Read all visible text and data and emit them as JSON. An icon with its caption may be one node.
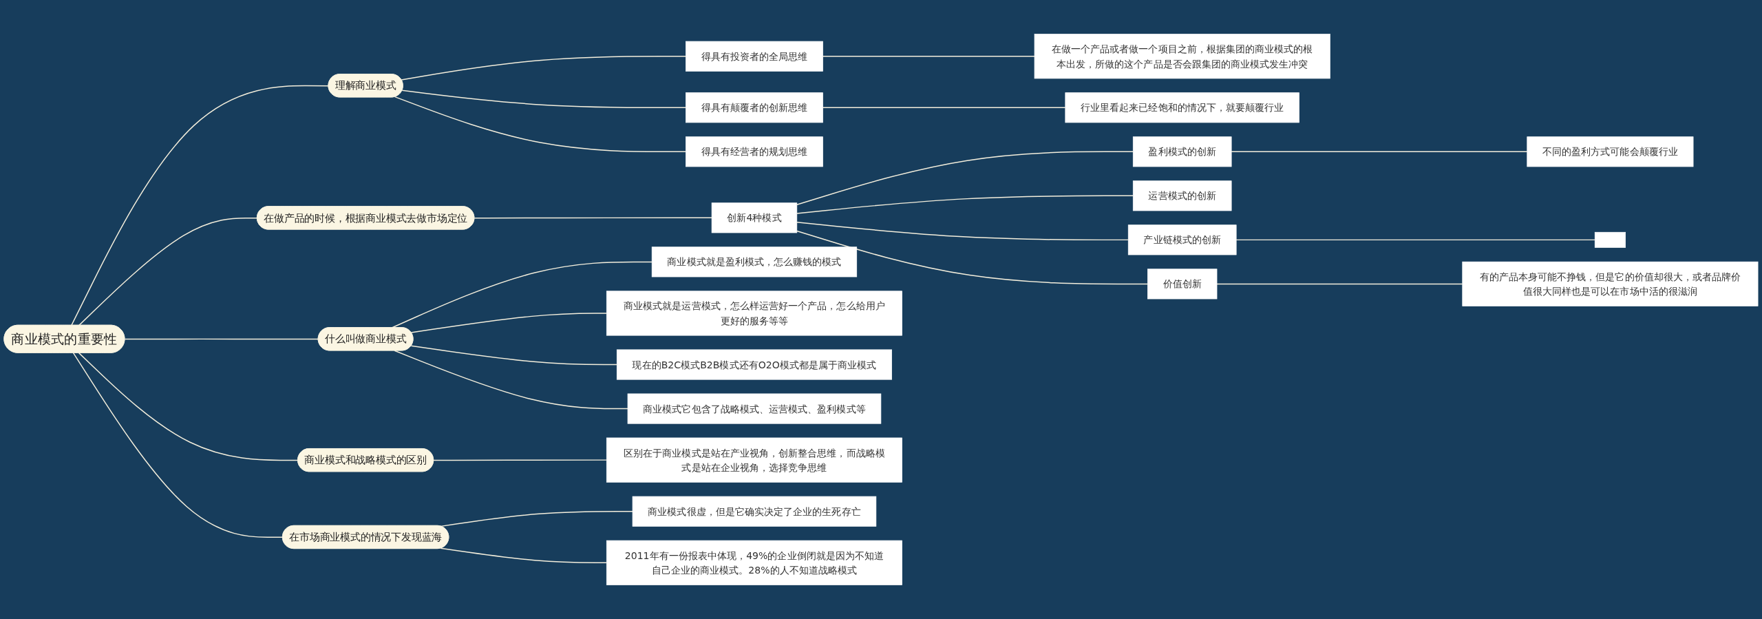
{
  "diagram": {
    "nodes": [
      {
        "text": [
          "商业模式的重要性"
        ]
      },
      {
        "text": [
          "理解商业模式"
        ]
      },
      {
        "text": [
          "得具有投资者的全局思维"
        ]
      },
      {
        "text": [
          "在做一个产品或者做一个项目之前，根据集团的商业模式的根本出发，所做的这个产品是否会跟集团的商业模式发生冲突"
        ]
      },
      {
        "text": [
          "得具有颠覆者的创新思维"
        ]
      },
      {
        "text": [
          "行业里看起来已经饱和的情况下，就要颠覆行业"
        ]
      },
      {
        "text": [
          "得具有经营者的规划思维"
        ]
      },
      {
        "text": [
          "在做产品的时候，根据商业模式去做市场定位"
        ]
      },
      {
        "text": [
          "创新4种模式"
        ]
      },
      {
        "text": [
          "盈利模式的创新"
        ]
      },
      {
        "text": [
          "不同的盈利方式可能会颠覆行业"
        ]
      },
      {
        "text": [
          "运营模式的创新"
        ]
      },
      {
        "text": [
          "产业链模式的创新"
        ]
      },
      {
        "text": [],
        "shape": "box"
      },
      {
        "text": [
          "价值创新"
        ]
      },
      {
        "text": [
          "有的产品本身可能不挣钱，但是它的价值却很大，或者品牌价值很大同样也是可以在市场中活的很滋润"
        ]
      },
      {
        "text": [
          "什么叫做商业模式"
        ]
      },
      {
        "text": [
          "商业模式就是盈利模式，怎么赚钱的模式"
        ]
      },
      {
        "text": [
          "商业模式就是运营模式，怎么样运营好一个产品，怎么给用户更好的服务等等"
        ]
      },
      {
        "text": [
          "现在的B2C模式B2B模式还有O2O模式都是属于商业模式"
        ]
      },
      {
        "text": [
          "商业模式它包含了战略模式、运营模式、盈利模式等"
        ]
      },
      {
        "text": [
          "商业模式和战略模式的区别"
        ]
      },
      {
        "text": [
          "区别在于商业模式是站在产业视角，创新整合思维，而战略模式是站在企业视角，选择竞争思维"
        ]
      },
      {
        "text": [
          "在市场商业模式的情况下发现蓝海"
        ]
      },
      {
        "text": [
          "商业模式很虚，但是它确实决定了企业的生死存亡"
        ]
      },
      {
        "text": [
          "2011年有一份报表中体现，49%的企业倒闭就是因为不知道自己企业的商业模式。28%的人不知道战略模式"
        ]
      }
    ],
    "edges": [
      {
        "from": 0,
        "to": 1,
        "arrow": "none"
      },
      {
        "from": 1,
        "to": 2,
        "arrow": "none"
      },
      {
        "from": 2,
        "to": 3,
        "arrow": "none"
      },
      {
        "from": 1,
        "to": 4,
        "arrow": "none"
      },
      {
        "from": 4,
        "to": 5,
        "arrow": "none"
      },
      {
        "from": 1,
        "to": 6,
        "arrow": "none"
      },
      {
        "from": 0,
        "to": 7,
        "arrow": "none"
      },
      {
        "from": 7,
        "to": 8,
        "arrow": "none"
      },
      {
        "from": 8,
        "to": 9,
        "arrow": "none"
      },
      {
        "from": 9,
        "to": 10,
        "arrow": "none"
      },
      {
        "from": 8,
        "to": 11,
        "arrow": "none"
      },
      {
        "from": 8,
        "to": 12,
        "arrow": "none"
      },
      {
        "from": 12,
        "to": 13,
        "arrow": "none"
      },
      {
        "from": 8,
        "to": 14,
        "arrow": "none"
      },
      {
        "from": 14,
        "to": 15,
        "arrow": "none"
      },
      {
        "from": 0,
        "to": 16,
        "arrow": "none"
      },
      {
        "from": 16,
        "to": 17,
        "arrow": "none"
      },
      {
        "from": 16,
        "to": 18,
        "arrow": "none"
      },
      {
        "from": 16,
        "to": 19,
        "arrow": "none"
      },
      {
        "from": 16,
        "to": 20,
        "arrow": "none"
      },
      {
        "from": 0,
        "to": 21,
        "arrow": "none"
      },
      {
        "from": 21,
        "to": 22,
        "arrow": "none"
      },
      {
        "from": 0,
        "to": 23,
        "arrow": "none"
      },
      {
        "from": 23,
        "to": 24,
        "arrow": "none"
      },
      {
        "from": 23,
        "to": 25,
        "arrow": "none"
      }
    ]
  }
}
